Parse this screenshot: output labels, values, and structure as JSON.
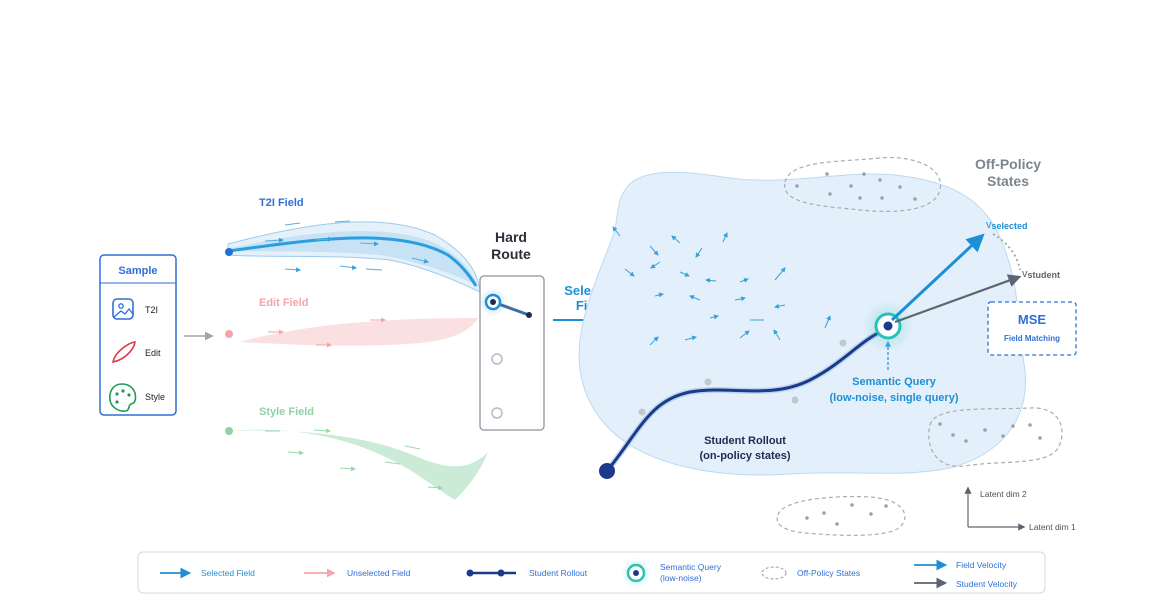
{
  "sample": {
    "title": "Sample",
    "items": [
      {
        "label": "T2I",
        "icon": "image-icon"
      },
      {
        "label": "Edit",
        "icon": "brush-icon"
      },
      {
        "label": "Style",
        "icon": "palette-icon"
      }
    ]
  },
  "fields": {
    "t2i": "T2I Field",
    "edit": "Edit Field",
    "style": "Style Field"
  },
  "router": {
    "line1": "Hard",
    "line2": "Route"
  },
  "selected_field": {
    "line1": "Selected",
    "line2": "Field"
  },
  "off_policy": {
    "line1": "Off-Policy",
    "line2": "States"
  },
  "velocity": {
    "v_symbol": "v",
    "selected_sub": "selected",
    "student_sub": "student"
  },
  "mse": {
    "title": "MSE",
    "subtitle": "Field Matching"
  },
  "semantic_query": {
    "line1": "Semantic Query",
    "line2": "(low-noise, single query)"
  },
  "rollout": {
    "line1": "Student Rollout",
    "line2": "(on-policy states)"
  },
  "axes": {
    "y": "Latent dim 2",
    "x": "Latent dim 1"
  },
  "legend": {
    "selected_field": "Selected Field",
    "unselected_field": "Unselected Field",
    "student_rollout": "Student Rollout",
    "semantic_query_l1": "Semantic Query",
    "semantic_query_l2": "(low-noise)",
    "off_policy": "Off-Policy States",
    "field_velocity": "Field Velocity",
    "student_velocity": "Student Velocity"
  },
  "colors": {
    "blue": "#1e8fd6",
    "navy": "#1d3a8a",
    "pink": "#f4a5a8",
    "green": "#8fd3a3",
    "teal": "#2cc1b7",
    "gray": "#5d6570",
    "field_bg": "#e3f0fb"
  }
}
